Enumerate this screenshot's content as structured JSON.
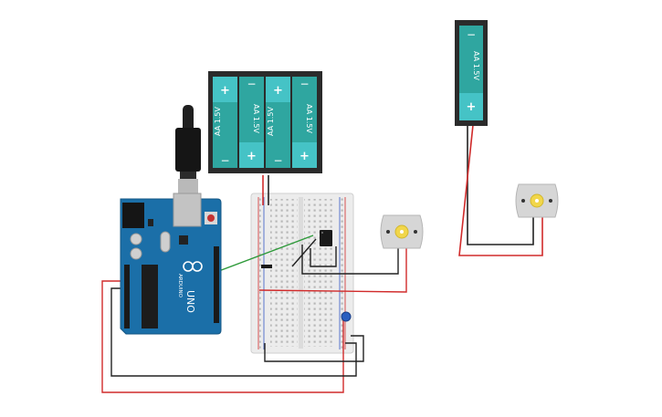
{
  "colors": {
    "arduino_board": "#1b6fa8",
    "battery_cell": "#2fa6a0",
    "battery_terminal": "#45c3c6",
    "battery_holder": "#2b2b2b",
    "wire_red": "#d12b2b",
    "wire_black": "#222222",
    "wire_green": "#2e9a3a",
    "breadboard": "#ececec",
    "motor_body": "#d6d6d6",
    "motor_shaft": "#f1d64a"
  },
  "battery_pack_4": {
    "cells": [
      {
        "label": "AA 1.5V",
        "top_sign": "+",
        "bottom_sign": "−"
      },
      {
        "label": "AA 1.5V",
        "top_sign": "−",
        "bottom_sign": "+"
      },
      {
        "label": "AA 1.5V",
        "top_sign": "+",
        "bottom_sign": "−"
      },
      {
        "label": "AA 1.5V",
        "top_sign": "−",
        "bottom_sign": "+"
      }
    ]
  },
  "battery_single": {
    "label": "AA 1.5V",
    "top_sign": "−",
    "bottom_sign": "+"
  },
  "arduino": {
    "brand": "ARDUINO",
    "model": "UNO"
  }
}
